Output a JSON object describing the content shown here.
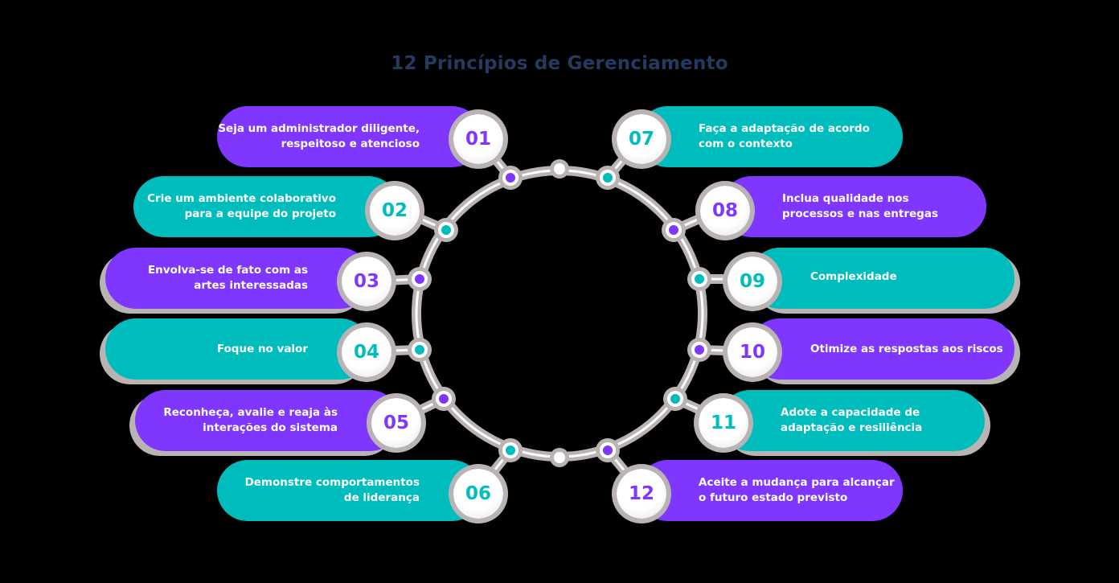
{
  "title": "12 Princípios de Gerenciamento",
  "colors": {
    "purple": "#7f37ff",
    "teal": "#00bdbd",
    "title": "#243a5e",
    "ring": "#b9b3b4",
    "background": "#000000"
  },
  "principles": [
    {
      "number": "01",
      "text": "Seja um administrador diligente,\nrespeitoso e atencioso",
      "color": "purple",
      "side": "left"
    },
    {
      "number": "02",
      "text": "Crie um ambiente colaborativo\npara a equipe do projeto",
      "color": "teal",
      "side": "left"
    },
    {
      "number": "03",
      "text": "Envolva-se de fato com as\nartes interessadas",
      "color": "purple",
      "side": "left"
    },
    {
      "number": "04",
      "text": "Foque no valor",
      "color": "teal",
      "side": "left"
    },
    {
      "number": "05",
      "text": "Reconheça, avalie e reaja às\ninterações do sistema",
      "color": "purple",
      "side": "left"
    },
    {
      "number": "06",
      "text": "Demonstre comportamentos\nde liderança",
      "color": "teal",
      "side": "left"
    },
    {
      "number": "07",
      "text": "Faça a adaptação de acordo\ncom o contexto",
      "color": "teal",
      "side": "right"
    },
    {
      "number": "08",
      "text": "Inclua qualidade nos\nprocessos e nas entregas",
      "color": "purple",
      "side": "right"
    },
    {
      "number": "09",
      "text": "Complexidade",
      "color": "teal",
      "side": "right"
    },
    {
      "number": "10",
      "text": "Otimize as respostas aos riscos",
      "color": "purple",
      "side": "right"
    },
    {
      "number": "11",
      "text": "Adote a capacidade de\nadaptação e resiliência",
      "color": "teal",
      "side": "right"
    },
    {
      "number": "12",
      "text": "Aceite a mudança para alcançar\no futuro estado previsto",
      "color": "purple",
      "side": "right"
    }
  ]
}
